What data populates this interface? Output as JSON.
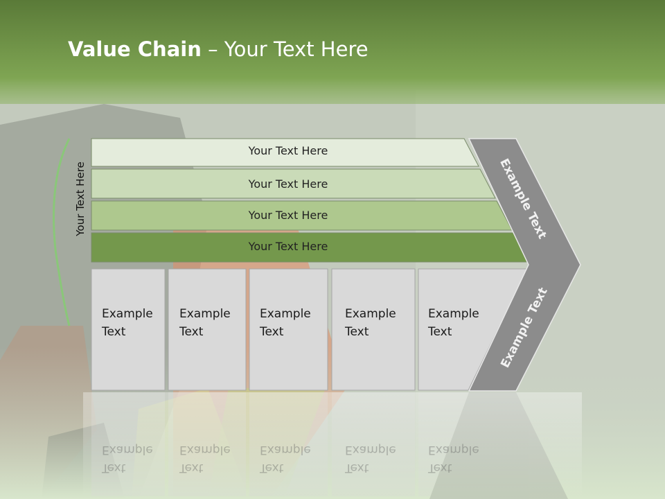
{
  "slide": {
    "title_bold": "Value Chain",
    "title_rest": " – Your Text Here",
    "side_label": "Your Text Here"
  },
  "bands": [
    {
      "label": "Your Text Here",
      "color": "#e4ecdc"
    },
    {
      "label": "Your Text Here",
      "color": "#cadbb8"
    },
    {
      "label": "Your Text Here",
      "color": "#aec88e"
    },
    {
      "label": "Your Text Here",
      "color": "#74984c"
    }
  ],
  "cells": [
    {
      "line1": "Example",
      "line2": "Text"
    },
    {
      "line1": "Example",
      "line2": "Text"
    },
    {
      "line1": "Example",
      "line2": "Text"
    },
    {
      "line1": "Example",
      "line2": "Text"
    },
    {
      "line1": "Example",
      "line2": "Text"
    }
  ],
  "chevron": {
    "upper_label": "Example Text",
    "lower_label": "Example Text",
    "color": "#8c8c8c"
  },
  "colors": {
    "header_green": "#6e9447",
    "cell_fill": "#d9d9d9",
    "cell_border": "#a6a6a6"
  }
}
